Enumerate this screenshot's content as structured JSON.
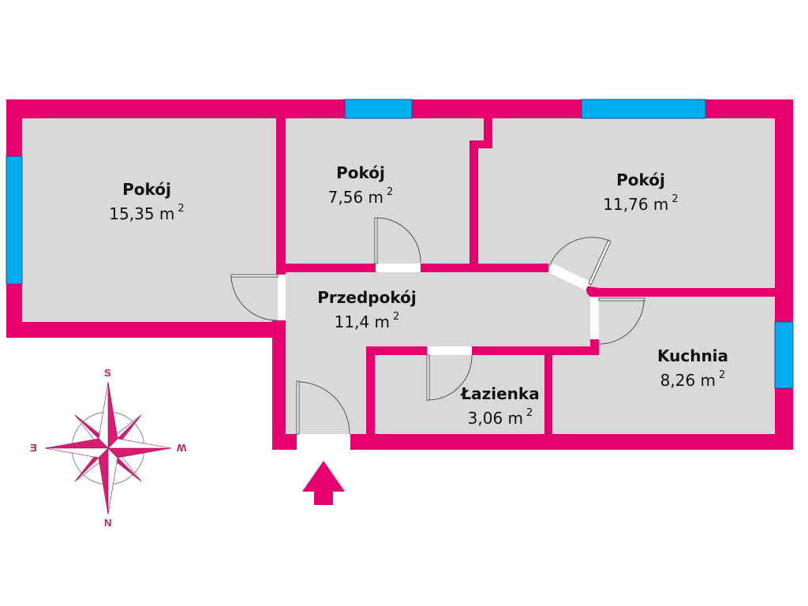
{
  "colors": {
    "wall": "#e5006e",
    "floor": "#d9d9d9",
    "window": "#00aeef",
    "door_frame": "#555555",
    "background": "#ffffff"
  },
  "rooms": [
    {
      "id": "room-pokoj-1",
      "name": "Pokój",
      "area": "15,35 m",
      "unit_sup": "2"
    },
    {
      "id": "room-pokoj-2",
      "name": "Pokój",
      "area": "7,56 m",
      "unit_sup": "2"
    },
    {
      "id": "room-pokoj-3",
      "name": "Pokój",
      "area": "11,76 m",
      "unit_sup": "2"
    },
    {
      "id": "room-przedpokoj",
      "name": "Przedpokój",
      "area": "11,4 m",
      "unit_sup": "2"
    },
    {
      "id": "room-lazienka",
      "name": "Łazienka",
      "area": "3,06 m",
      "unit_sup": "2"
    },
    {
      "id": "room-kuchnia",
      "name": "Kuchnia",
      "area": "8,26 m",
      "unit_sup": "2"
    }
  ],
  "compass": {
    "top": "S",
    "bottom": "N",
    "left": "E",
    "right": "W"
  },
  "entrance": {
    "icon": "entrance-arrow-icon"
  }
}
